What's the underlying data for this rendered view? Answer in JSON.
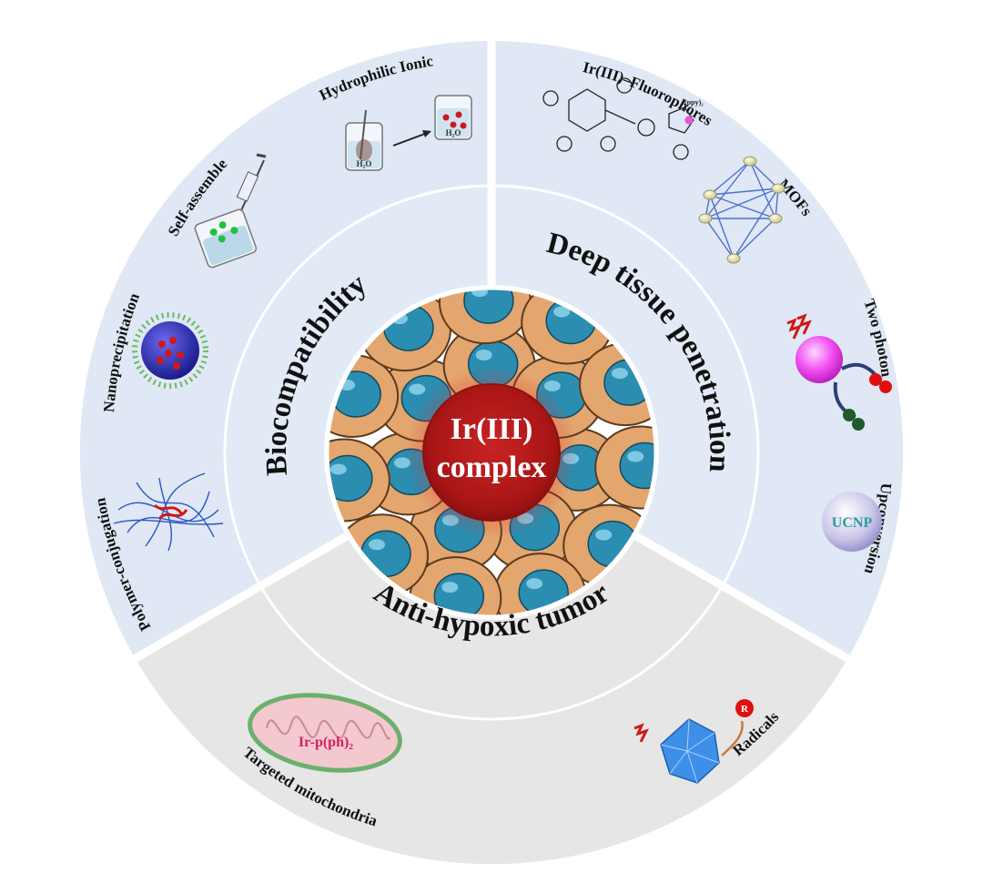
{
  "center": {
    "line1": "Ir(III)",
    "line2": "complex"
  },
  "sections": {
    "biocompatibility": {
      "title": "Biocompatibility",
      "items": [
        "Hydrophilic Ionic",
        "Self-assemble",
        "Nanoprecipitation",
        "Polymer-conjugation"
      ]
    },
    "deep_tissue": {
      "title": "Deep tissue penetration",
      "items": [
        "Ir(III)–Fluorophores",
        "MOFs",
        "Two photon",
        "Upconversion"
      ]
    },
    "anti_hypoxic": {
      "title": "Anti-hypoxic tumor",
      "items": [
        "Targeted mitochondria",
        "Radicals"
      ]
    }
  },
  "icon_labels": {
    "beaker_left": "H₂O",
    "beaker_right": "H₂O",
    "ucnp": "UCNP",
    "mito": "Ir-p(ph)₂",
    "radical": "R",
    "ppy": "(ppy)₂"
  },
  "colors": {
    "blue_panel": "#dfe8f4",
    "gray_panel": "#e7e7e7",
    "core_red": "#b01818",
    "cell_orange": "#e3a66e",
    "nucleus_blue": "#2b8db0"
  }
}
